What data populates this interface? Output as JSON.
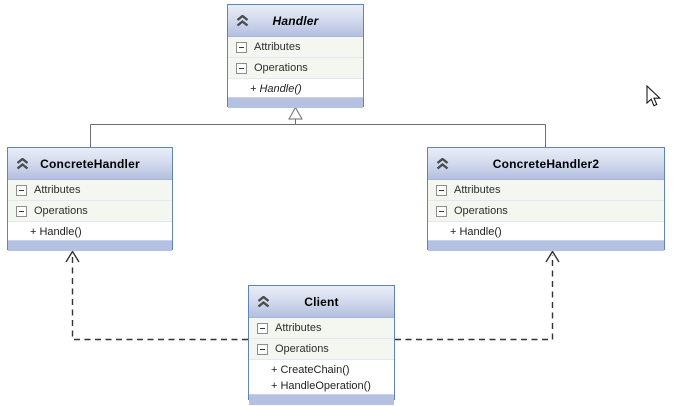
{
  "classes": {
    "handler": {
      "title": "Handler",
      "abstract": true,
      "attributes_label": "Attributes",
      "operations_label": "Operations",
      "methods": [
        "+ Handle()"
      ]
    },
    "concrete_handler": {
      "title": "ConcreteHandler",
      "abstract": false,
      "attributes_label": "Attributes",
      "operations_label": "Operations",
      "methods": [
        "+ Handle()"
      ]
    },
    "concrete_handler2": {
      "title": "ConcreteHandler2",
      "abstract": false,
      "attributes_label": "Attributes",
      "operations_label": "Operations",
      "methods": [
        "+ Handle()"
      ]
    },
    "client": {
      "title": "Client",
      "abstract": false,
      "attributes_label": "Attributes",
      "operations_label": "Operations",
      "methods": [
        "+ CreateChain()",
        "+ HandleOperation()"
      ]
    }
  },
  "relationships": [
    {
      "type": "inheritance",
      "from": "ConcreteHandler",
      "to": "Handler"
    },
    {
      "type": "inheritance",
      "from": "ConcreteHandler2",
      "to": "Handler"
    },
    {
      "type": "dependency",
      "from": "Client",
      "to": "ConcreteHandler"
    },
    {
      "type": "dependency",
      "from": "Client",
      "to": "ConcreteHandler2"
    }
  ],
  "icons": {
    "collapse": "chevron-double-up-icon",
    "expander": "minus-box-icon",
    "cursor": "arrow-cursor"
  },
  "colors": {
    "box_border": "#6083bf",
    "header_top": "#e9edf7",
    "header_bottom": "#b3bfe0",
    "compartment_bg": "#f4f7f0",
    "method_bg": "#ffffff",
    "bottom_strip": "#b5c1e2",
    "inheritance_line": "#6e6e6e",
    "dependency_line": "#333333",
    "title_text": "#000000",
    "row_text": "#2e2e2e"
  }
}
